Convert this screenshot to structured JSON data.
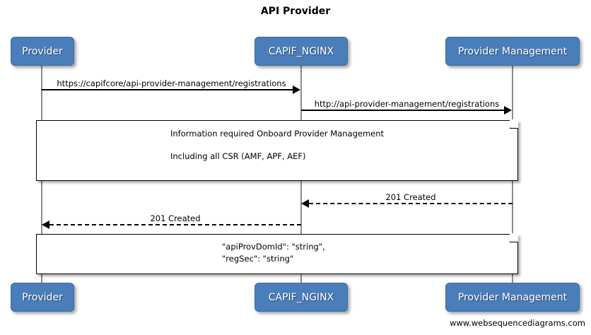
{
  "diagram": {
    "title": "API Provider",
    "footer": "www.websequencediagrams.com",
    "accent_color": "#4a7ebb",
    "note_bg": "#ffffff",
    "line_color": "#000000",
    "lifeline_color": "#8c8c8c"
  },
  "participants": [
    {
      "id": "provider",
      "label": "Provider"
    },
    {
      "id": "capif_nginx",
      "label": "CAPIF_NGINX"
    },
    {
      "id": "provider_management",
      "label": "Provider Management"
    }
  ],
  "messages": [
    {
      "id": "msg1",
      "label": "https://capifcore/api-provider-management/registrations",
      "from": "provider",
      "to": "capif_nginx",
      "style": "solid",
      "direction": "right"
    },
    {
      "id": "msg2",
      "label": "http://api-provider-management/registrations",
      "from": "capif_nginx",
      "to": "provider_management",
      "style": "solid",
      "direction": "right"
    },
    {
      "id": "msg3",
      "label": "201 Created",
      "from": "provider_management",
      "to": "capif_nginx",
      "style": "dashed",
      "direction": "left"
    },
    {
      "id": "msg4",
      "label": "201 Created",
      "from": "capif_nginx",
      "to": "provider",
      "style": "dashed",
      "direction": "left"
    }
  ],
  "notes": [
    {
      "id": "note1",
      "line1": "Information required Onboard Provider Management",
      "line2": "Including all CSR (AMF, APF, AEF)"
    },
    {
      "id": "note2",
      "line1": "\"apiProvDomId\": \"string\",",
      "line2": "\"regSec\": \"string\""
    }
  ]
}
